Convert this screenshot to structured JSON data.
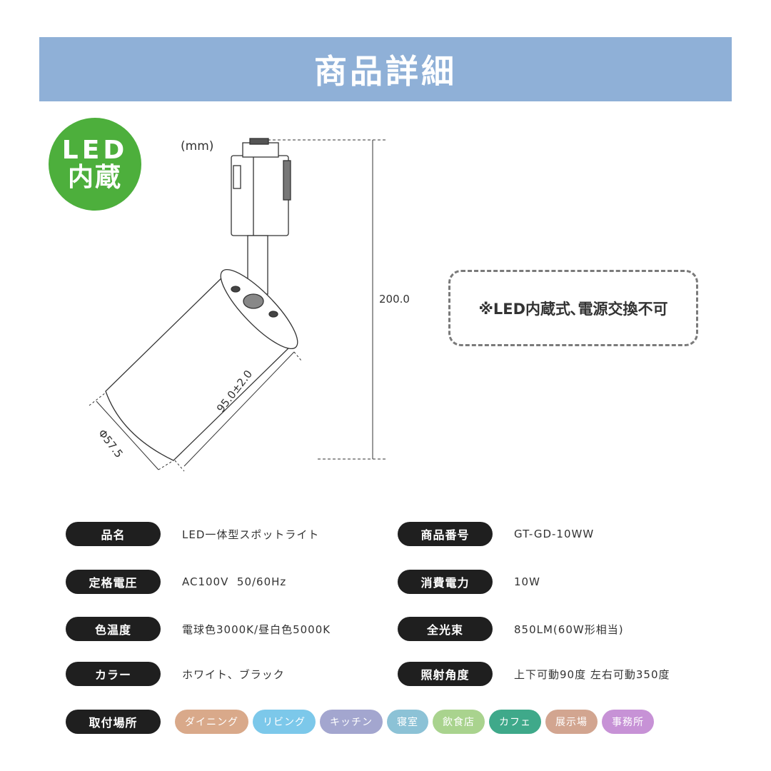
{
  "header": {
    "title": "商品詳細"
  },
  "badge": {
    "line1": "LED",
    "line2": "内蔵"
  },
  "drawing": {
    "unit": "(mm)",
    "height": "200.0",
    "length": "95.0±2.0",
    "diameter": "Φ57.5"
  },
  "notice": "※LED内蔵式､電源交換不可",
  "specs_left": [
    {
      "label": "品名",
      "value": "LED一体型スポットライト"
    },
    {
      "label": "定格電圧",
      "value": "AC100V  50/60Hz"
    },
    {
      "label": "色温度",
      "value": "電球色3000K/昼白色5000K"
    },
    {
      "label": "カラー",
      "value": "ホワイト、ブラック"
    }
  ],
  "specs_right": [
    {
      "label": "商品番号",
      "value": "GT-GD-10WW"
    },
    {
      "label": "消費電力",
      "value": "10W"
    },
    {
      "label": "全光束",
      "value": "850LM(60W形相当)"
    },
    {
      "label": "照射角度",
      "value": "上下可動90度 左右可動350度"
    }
  ],
  "locations": {
    "label": "取付場所",
    "tags": [
      {
        "text": "ダイニング",
        "color": "#d9a98a"
      },
      {
        "text": "リビング",
        "color": "#7cc8ea"
      },
      {
        "text": "キッチン",
        "color": "#a3a6cf"
      },
      {
        "text": "寝室",
        "color": "#8cc2d6"
      },
      {
        "text": "飲食店",
        "color": "#a9d38e"
      },
      {
        "text": "カフェ",
        "color": "#3fa98a"
      },
      {
        "text": "展示場",
        "color": "#d2a590"
      },
      {
        "text": "事務所",
        "color": "#c792d6"
      }
    ]
  },
  "colors": {
    "header": "#8fb0d7",
    "badge": "#4daf3c",
    "pill": "#1f1f1f"
  }
}
